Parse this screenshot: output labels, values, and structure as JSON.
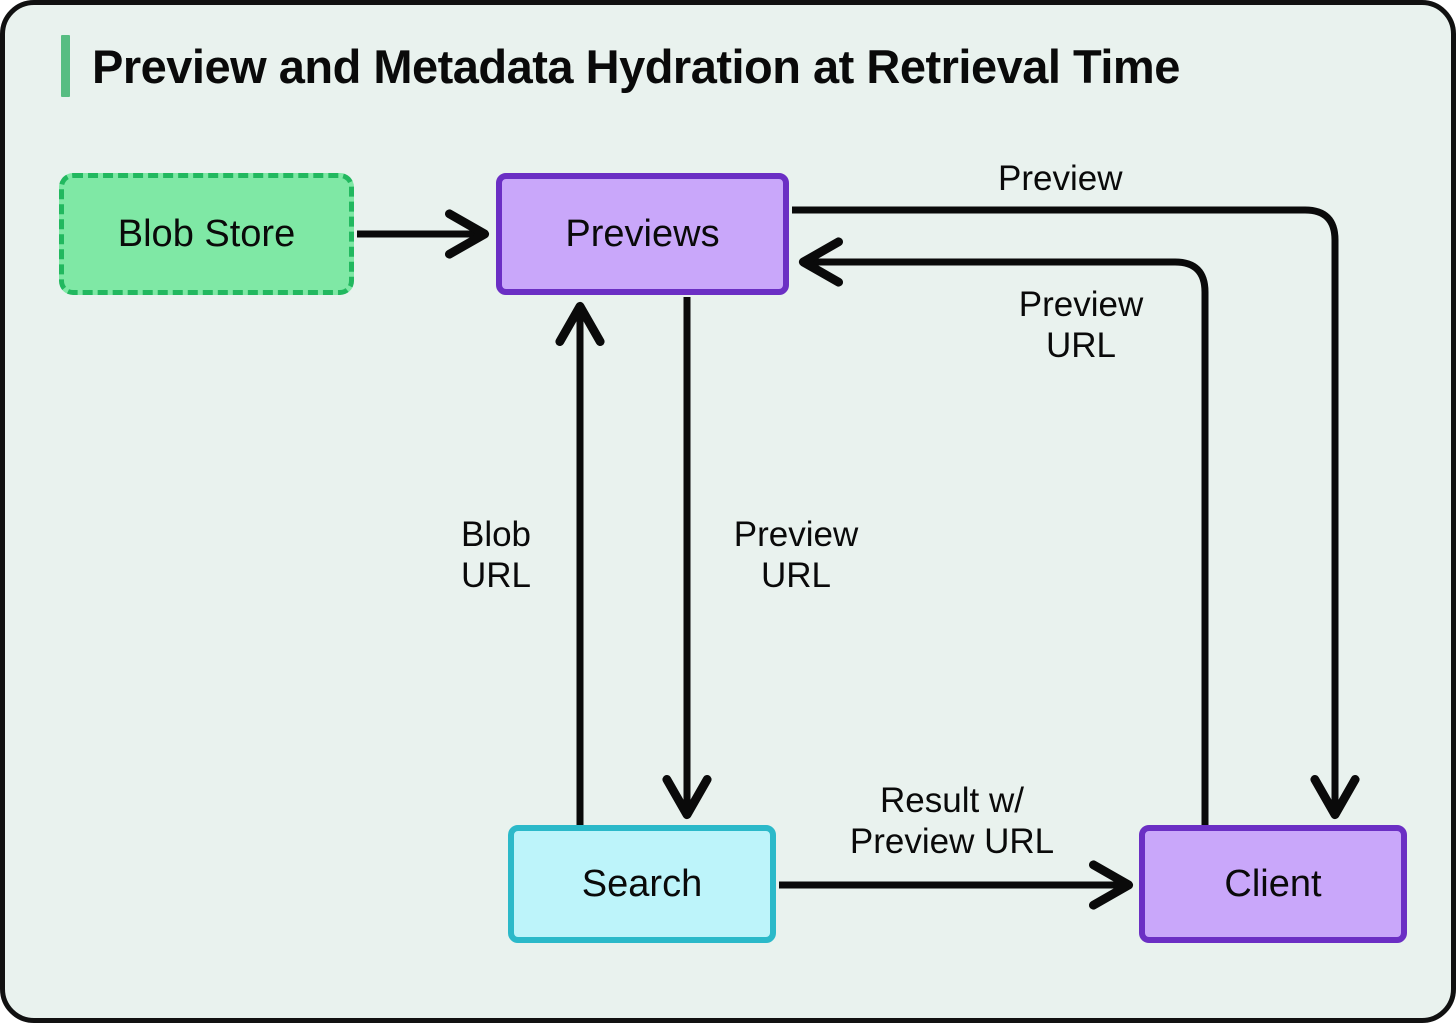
{
  "diagram": {
    "title": "Preview and Metadata Hydration at Retrieval Time",
    "accent_color": "#57bd82",
    "background_color": "#e9f2ee",
    "border_color": "#111111",
    "edge_color": "#0a0a0a",
    "nodes": [
      {
        "id": "blob-store",
        "label": "Blob Store",
        "fill": "#7fe8a5",
        "stroke": "#22b85f",
        "stroke_style": "dashed"
      },
      {
        "id": "previews",
        "label": "Previews",
        "fill": "#c9a7fa",
        "stroke": "#6b2fc4",
        "stroke_style": "solid"
      },
      {
        "id": "search",
        "label": "Search",
        "fill": "#bdf4fa",
        "stroke": "#2bb9c9",
        "stroke_style": "solid"
      },
      {
        "id": "client",
        "label": "Client",
        "fill": "#c9a7fa",
        "stroke": "#6b2fc4",
        "stroke_style": "solid"
      }
    ],
    "edges": [
      {
        "id": "blobstore-to-previews",
        "from": "blob-store",
        "to": "previews",
        "label": ""
      },
      {
        "id": "previews-to-client",
        "from": "previews",
        "to": "client",
        "label": "Preview"
      },
      {
        "id": "client-to-previews",
        "from": "client",
        "to": "previews",
        "label": "Preview\nURL"
      },
      {
        "id": "search-to-previews",
        "from": "search",
        "to": "previews",
        "label": "Blob\nURL"
      },
      {
        "id": "previews-to-search",
        "from": "previews",
        "to": "search",
        "label": "Preview\nURL"
      },
      {
        "id": "search-to-client",
        "from": "search",
        "to": "client",
        "label": "Result w/\nPreview URL"
      }
    ],
    "labels": {
      "preview": "Preview",
      "preview_url_right": "Preview\nURL",
      "blob_url": "Blob\nURL",
      "preview_url_mid": "Preview\nURL",
      "result_with_preview_url": "Result w/\nPreview URL"
    }
  }
}
